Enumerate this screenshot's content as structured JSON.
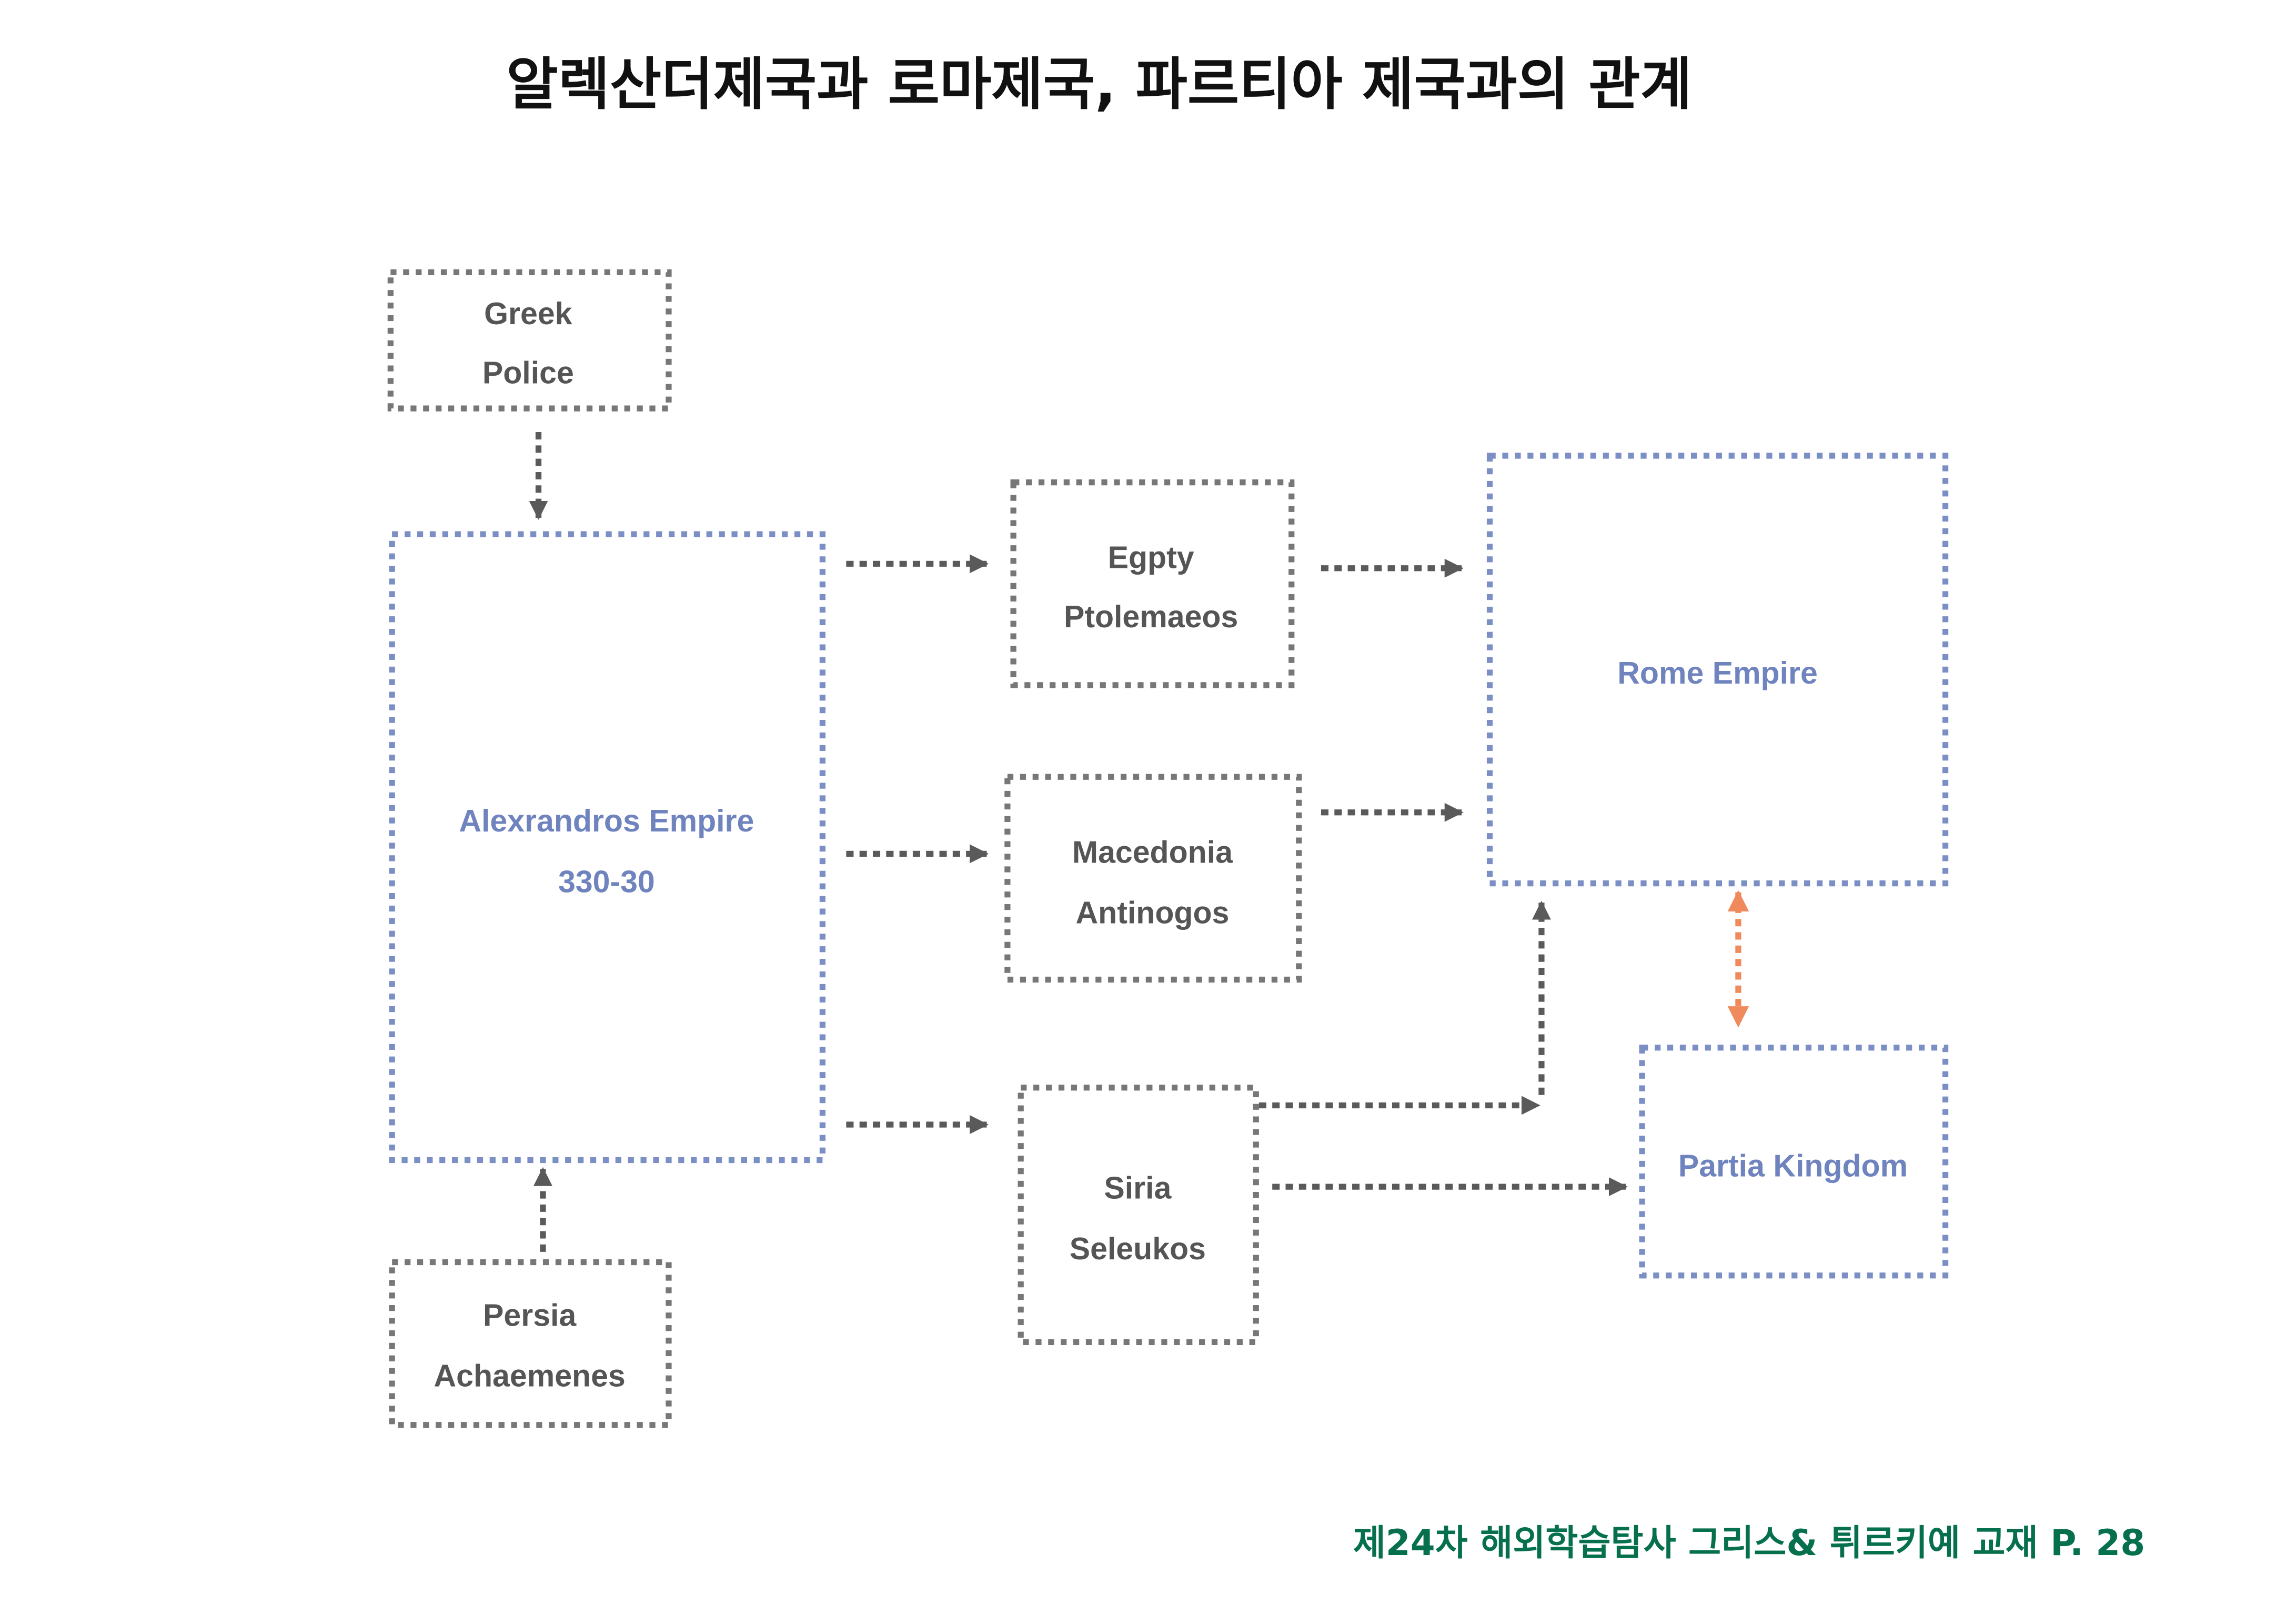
{
  "title": "알렉산더제국과 로마제국, 파르티아 제국과의 관계",
  "footer": "제24차 해외학습탐사 그리스& 튀르키예 교재  P. 28",
  "colors": {
    "gray": "#6b6b6b",
    "text_gray": "#555555",
    "blue": "#7b8fc4",
    "text_blue": "#6f83be",
    "orange": "#f08a5d",
    "footer_green": "#06704e"
  },
  "nodes": {
    "greek": {
      "line1": "Greek",
      "line2": "Police",
      "style": "gray"
    },
    "alexandros": {
      "line1": "Alexrandros Empire",
      "line2": "330-30",
      "style": "blue"
    },
    "persia": {
      "line1": "Persia",
      "line2": "Achaemenes",
      "style": "gray"
    },
    "egypt": {
      "line1": "Egpty",
      "line2": "Ptolemaeos",
      "style": "gray"
    },
    "macedonia": {
      "line1": "Macedonia",
      "line2": "Antinogos",
      "style": "gray"
    },
    "siria": {
      "line1": "Siria",
      "line2": "Seleukos",
      "style": "gray"
    },
    "rome": {
      "line1": "Rome Empire",
      "style": "blue"
    },
    "partia": {
      "line1": "Partia Kingdom",
      "style": "blue"
    }
  },
  "edges": [
    {
      "from": "greek",
      "to": "alexandros",
      "style": "gray"
    },
    {
      "from": "persia",
      "to": "alexandros",
      "style": "gray"
    },
    {
      "from": "alexandros",
      "to": "egypt",
      "style": "gray"
    },
    {
      "from": "alexandros",
      "to": "macedonia",
      "style": "gray"
    },
    {
      "from": "alexandros",
      "to": "siria",
      "style": "gray"
    },
    {
      "from": "egypt",
      "to": "rome",
      "style": "gray"
    },
    {
      "from": "macedonia",
      "to": "rome",
      "style": "gray"
    },
    {
      "from": "siria",
      "to": "rome",
      "style": "gray"
    },
    {
      "from": "siria",
      "to": "partia",
      "style": "gray"
    },
    {
      "from": "rome",
      "to": "partia",
      "style": "orange",
      "bidirectional": true
    }
  ]
}
